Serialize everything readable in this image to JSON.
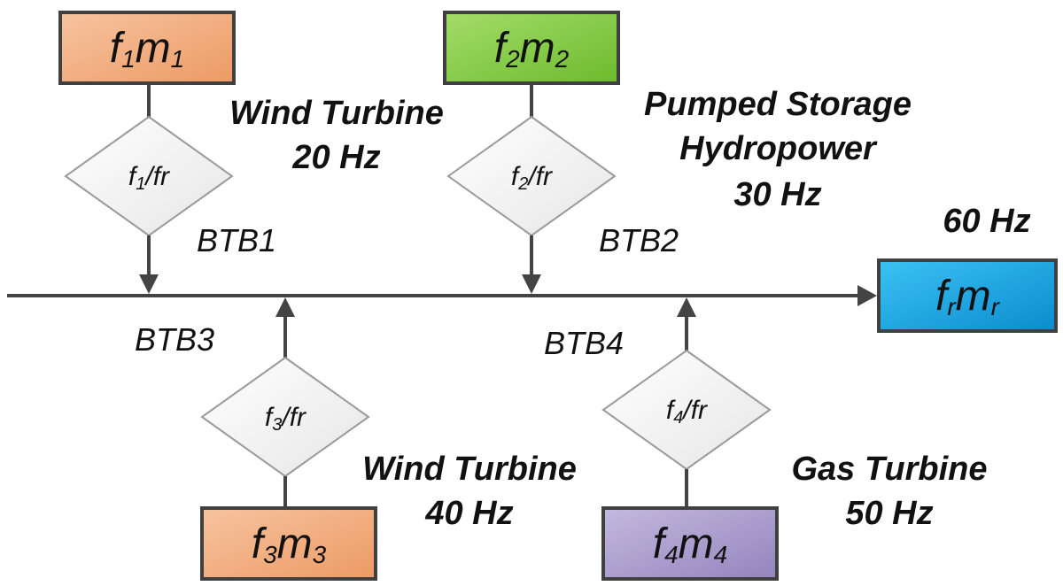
{
  "main_bus": {
    "freq_label": "60 Hz"
  },
  "reference": {
    "main": [
      "f",
      "m"
    ],
    "sub": [
      "r",
      "r"
    ],
    "color": "#1aa6e0"
  },
  "sources": [
    {
      "id": "1",
      "box_main": [
        "f",
        "m"
      ],
      "box_sub": [
        "1",
        "1"
      ],
      "ratio": [
        "f",
        "/fr"
      ],
      "ratio_sub": "1",
      "btb": "BTB1",
      "label_lines": [
        "Wind Turbine",
        "20 Hz"
      ],
      "color": "#f2a978"
    },
    {
      "id": "2",
      "box_main": [
        "f",
        "m"
      ],
      "box_sub": [
        "2",
        "2"
      ],
      "ratio": [
        "f",
        "/fr"
      ],
      "ratio_sub": "2",
      "btb": "BTB2",
      "label_lines": [
        "Pumped Storage",
        "Hydropower",
        "30 Hz"
      ],
      "color": "#86cc45"
    },
    {
      "id": "3",
      "box_main": [
        "f",
        "m"
      ],
      "box_sub": [
        "3",
        "3"
      ],
      "ratio": [
        "f",
        "/fr"
      ],
      "ratio_sub": "3",
      "btb": "BTB3",
      "label_lines": [
        "Wind Turbine",
        "40 Hz"
      ],
      "color": "#f2a978"
    },
    {
      "id": "4",
      "box_main": [
        "f",
        "m"
      ],
      "box_sub": [
        "4",
        "4"
      ],
      "ratio": [
        "f",
        "/fr"
      ],
      "ratio_sub": "4",
      "btb": "BTB4",
      "label_lines": [
        "Gas Turbine",
        "50 Hz"
      ],
      "color": "#a99bc9"
    }
  ]
}
